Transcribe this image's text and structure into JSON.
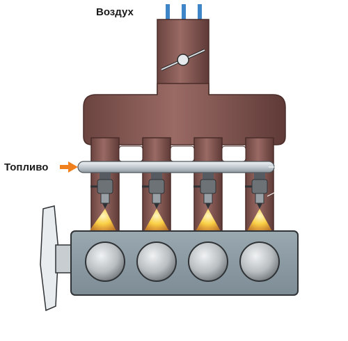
{
  "labels": {
    "air": "Воздух",
    "fuel": "Топливо"
  },
  "colors": {
    "manifold": "#8a5a55",
    "manifold_dark": "#5e3a37",
    "engine_block": "#8a9aa3",
    "piston": "#b7bcbf",
    "air_arrow": "#3f86c8",
    "fuel_arrow": "#f0801e",
    "spray": "#f7c43a",
    "injector": "#6d7276",
    "rail": "#c9d1d6"
  },
  "counts": {
    "cylinders": 4
  }
}
